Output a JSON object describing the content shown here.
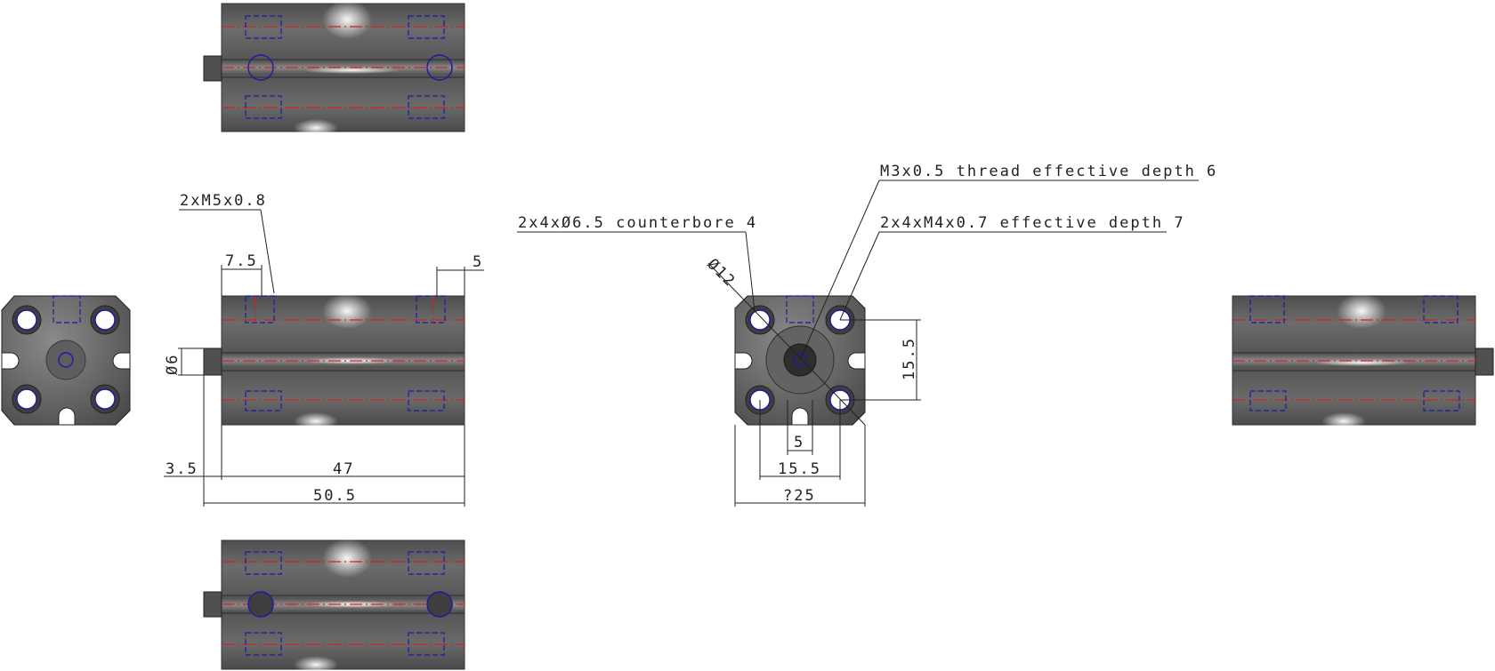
{
  "annotations": {
    "thread_side": "2xM5x0.8",
    "counterbore": "2x4xØ6.5 counterbore 4",
    "center_thread": "M3x0.5 thread effective depth 6",
    "mount_threads": "2x4xM4x0.7 effective depth 7",
    "phi12": "Ø12"
  },
  "dimensions": {
    "d7_5": "7.5",
    "d5_top": "5",
    "d6": "Ø6",
    "d3_5": "3.5",
    "d47": "47",
    "d50_5": "50.5",
    "d15_5_v": "15.5",
    "d5_bottom": "5",
    "d15_5_h": "15.5",
    "d25": "?25"
  },
  "colors": {
    "body": "#5a5a5a",
    "hidden_lines": "#1a1aa8",
    "center_lines": "#d02020",
    "dimension_lines": "#222222"
  }
}
